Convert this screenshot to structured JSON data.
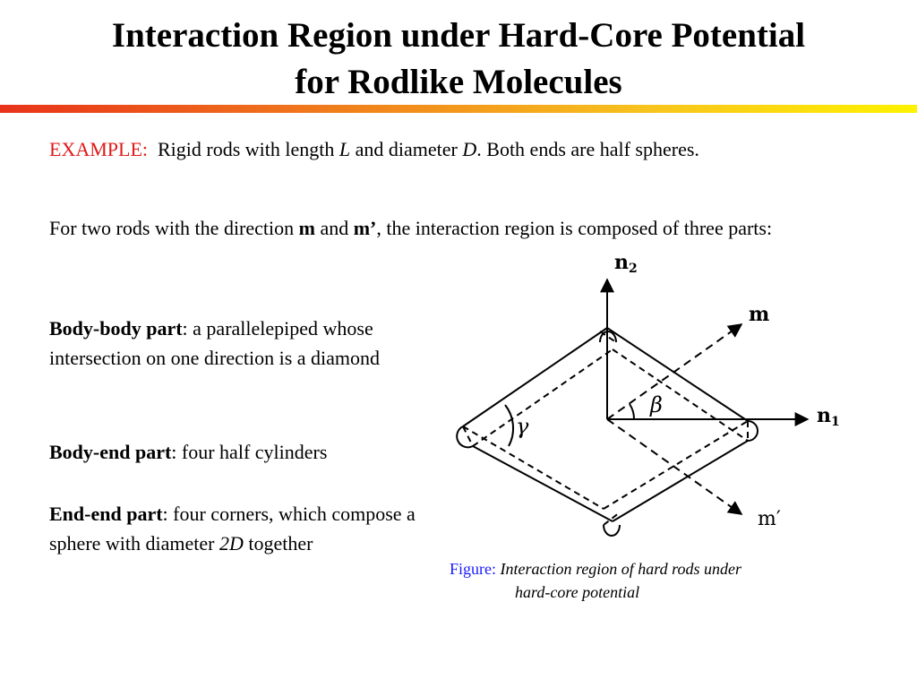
{
  "slide": {
    "title_line1": "Interaction Region under Hard-Core Potential",
    "title_line2": "for Rodlike Molecules"
  },
  "example": {
    "label": "EXAMPLE:",
    "text_a": "Rigid rods with length",
    "L": "L",
    "text_b": "and diameter",
    "D": "D",
    "text_c": ". Both ends are half spheres."
  },
  "two_rods": {
    "text_a": "For two rods with the direction",
    "m": "m",
    "and": "and",
    "m_prime": "m’",
    "text_b": ", the interaction region is composed of  three parts:"
  },
  "parts": {
    "body_body_label": "Body-body part",
    "body_body_text": ": a parallelepiped whose intersection on one direction is a diamond",
    "body_end_label": "Body-end part",
    "body_end_text": ": four half cylinders",
    "end_end_label": "End-end  part",
    "end_end_text_a": ": four corners, which compose a sphere with diameter",
    "end_end_2D": "2D",
    "end_end_text_b": "together"
  },
  "figure": {
    "n2_label": "n",
    "n2_sub": "2",
    "n1_label": "n",
    "n1_sub": "1",
    "m_label": "m",
    "m_prime_label": "m′",
    "beta_label": "β",
    "gamma_label": "γ"
  },
  "caption": {
    "label": "Figure:",
    "line1": "Interaction region of hard rods under",
    "line2": "hard-core potential"
  }
}
